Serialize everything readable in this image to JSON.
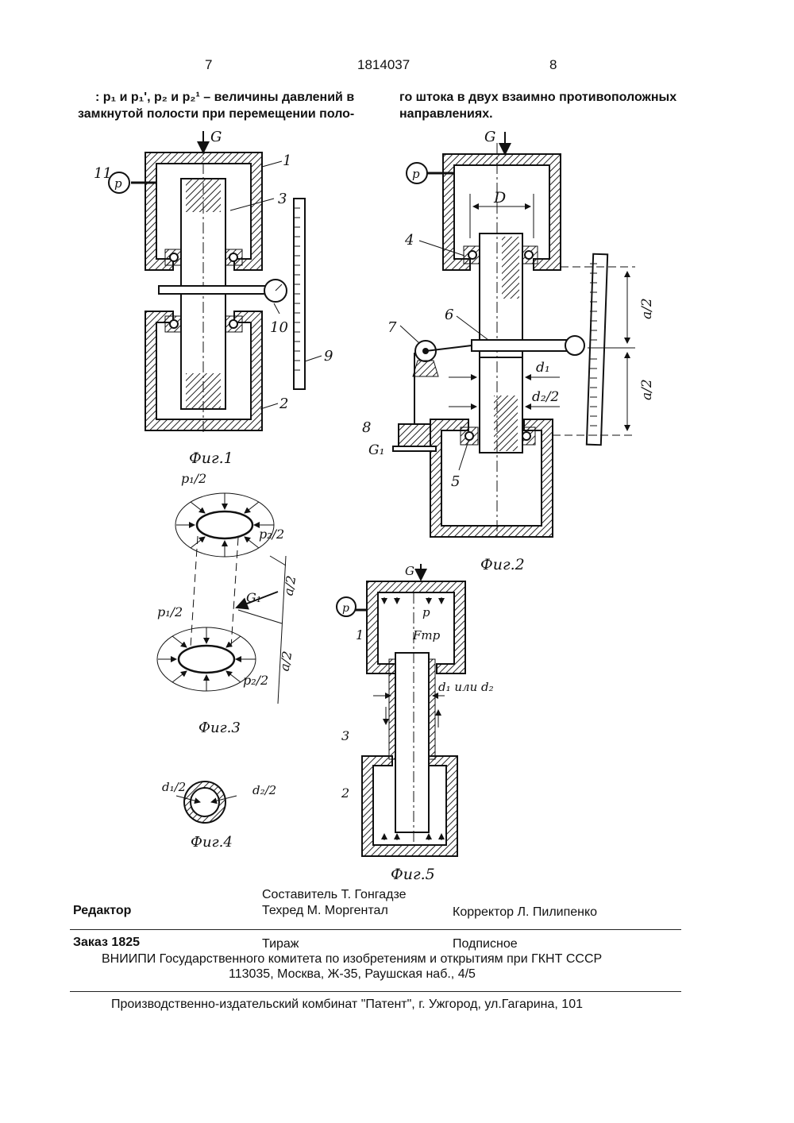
{
  "header": {
    "page_left": "7",
    "doc_number": "1814037",
    "page_right": "8"
  },
  "body_text": {
    "left_line1": ": р₁ и р₁', р₂ и р₂¹ – величины давлений в",
    "left_line2": "замкнутой полости при перемещении поло-",
    "right_line1": "го штока в двух взаимно противоположных",
    "right_line2": "направлениях."
  },
  "figures": {
    "fig1": {
      "caption": "Фиг.1",
      "labels": {
        "G": "G",
        "p": "р",
        "n1": "1",
        "n2": "2",
        "n3": "3",
        "n9": "9",
        "n10": "10",
        "n11": "11"
      }
    },
    "fig2": {
      "caption": "Фиг.2",
      "labels": {
        "G": "G",
        "p": "р",
        "D": "D",
        "n4": "4",
        "n5": "5",
        "n6": "6",
        "n7": "7",
        "n8": "8",
        "G1": "G₁",
        "d1": "d₁",
        "d2_half": "d₂/2",
        "a_half_top": "a/2",
        "a_half_bottom": "a/2"
      }
    },
    "fig3": {
      "caption": "Фиг.3",
      "labels": {
        "p1_top": "p₁/2",
        "p2_top": "p₂/2",
        "p1_bottom": "p₁/2",
        "p2_bottom": "p₂/2",
        "G1": "G₁",
        "a_half_top": "a/2",
        "a_half_bottom": "a/2"
      }
    },
    "fig4": {
      "caption": "Фиг.4",
      "labels": {
        "d1_half": "d₁/2",
        "d2_half": "d₂/2"
      }
    },
    "fig5": {
      "caption": "Фиг.5",
      "labels": {
        "G": "G",
        "p_gauge": "р",
        "p_inner": "р",
        "Ftr": "Fтр",
        "d1_or_d2": "d₁ или d₂",
        "n1": "1",
        "n2": "2",
        "n3": "3"
      }
    }
  },
  "footer": {
    "compiler": "Составитель  Т. Гонгадзе",
    "editor": "Редактор",
    "techred": "Техред    М. Моргентал",
    "corrector": "Корректор  Л. Пилипенко",
    "order": "Заказ  1825",
    "circulation": "Тираж",
    "subscription": "Подписное",
    "org_line1": "ВНИИПИ Государственного комитета по изобретениям и открытиям при ГКНТ СССР",
    "org_line2": "113035, Москва, Ж-35, Раушская наб., 4/5",
    "publisher": "Производственно-издательский комбинат \"Патент\", г. Ужгород, ул.Гагарина, 101"
  }
}
